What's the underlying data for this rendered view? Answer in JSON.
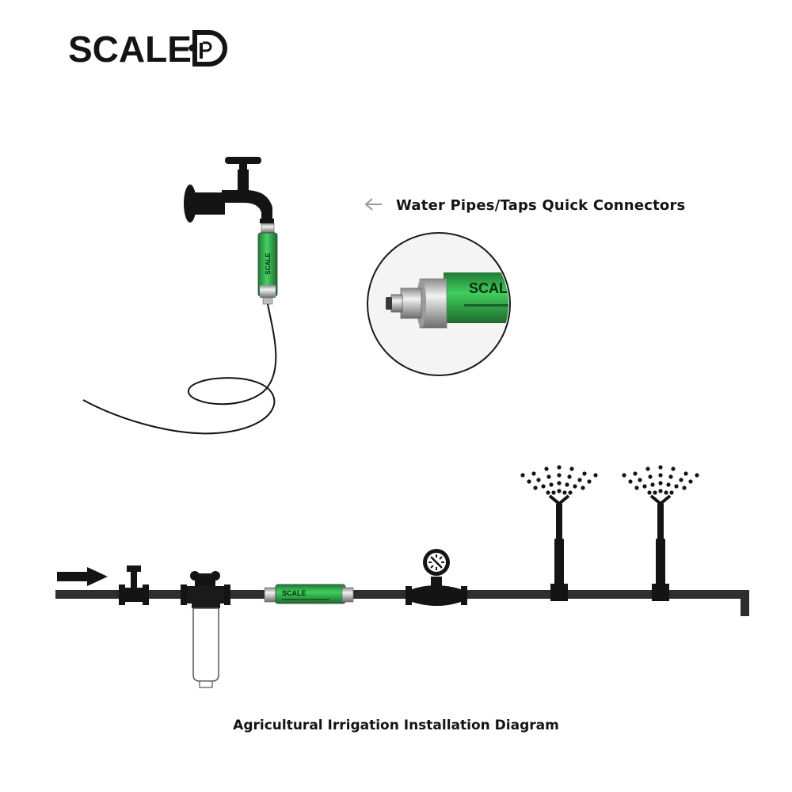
{
  "brand": {
    "logo_text": "SCALED"
  },
  "callout": {
    "label": "Water Pipes/Taps Quick Connectors"
  },
  "device_label": "SCALE",
  "diagram": {
    "caption": "Agricultural Irrigation Installation Diagram"
  },
  "colors": {
    "ink": "#141414",
    "pipe": "#2e2e2e",
    "device_green": "#2db54a",
    "chrome": "#c9c9c9"
  },
  "icons": [
    "faucet-icon",
    "hose-icon",
    "arrow-left-icon",
    "flow-arrow-icon",
    "valve-icon",
    "sediment-filter-icon",
    "water-conditioner-icon",
    "water-meter-icon",
    "sprinkler-icon"
  ]
}
